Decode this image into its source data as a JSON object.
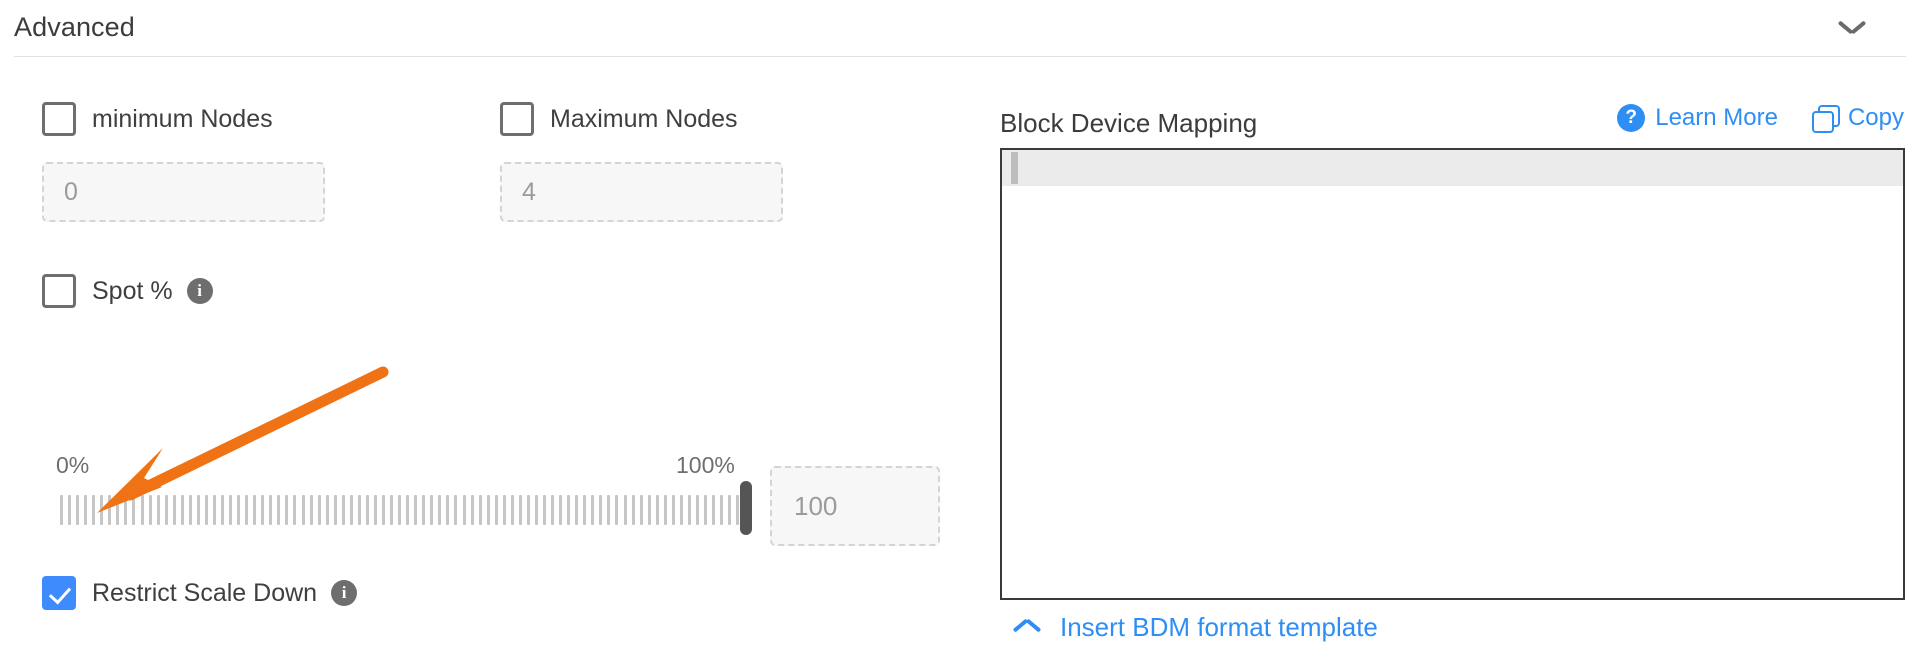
{
  "section": {
    "title": "Advanced",
    "collapse_icon": "chevron-down-icon"
  },
  "left": {
    "min_nodes": {
      "label": "minimum Nodes",
      "checked": false,
      "input_placeholder": "0",
      "input_value": ""
    },
    "max_nodes": {
      "label": "Maximum Nodes",
      "checked": false,
      "input_placeholder": "4",
      "input_value": ""
    },
    "spot": {
      "label": "Spot %",
      "checked": false,
      "info_icon": "info-icon",
      "info_glyph": "i"
    },
    "slider": {
      "min_label": "0%",
      "max_label": "100%",
      "value_placeholder": "100",
      "value": "",
      "percent": 100
    },
    "restrict_scale_down": {
      "label": "Restrict Scale Down",
      "checked": true,
      "info_icon": "info-icon",
      "info_glyph": "i"
    }
  },
  "right": {
    "title": "Block Device Mapping",
    "learn_more": {
      "label": "Learn More",
      "icon": "help-question-circle-icon",
      "icon_glyph": "?"
    },
    "copy": {
      "label": "Copy",
      "icon": "copy-icon"
    },
    "editor": {
      "content": "",
      "active_line": 1
    },
    "insert_template": {
      "label": "Insert BDM format template",
      "icon": "chevron-up-icon"
    }
  },
  "annotation": {
    "type": "arrow",
    "color": "#ef7215",
    "points_to": "restrict-scale-down-checkbox"
  },
  "colors": {
    "accent_blue": "#2f8ef4",
    "checkbox_checked": "#3d8bfd",
    "annotation_orange": "#ef7215",
    "text_primary": "#3c3c3c",
    "text_muted": "#9b9b9b"
  }
}
